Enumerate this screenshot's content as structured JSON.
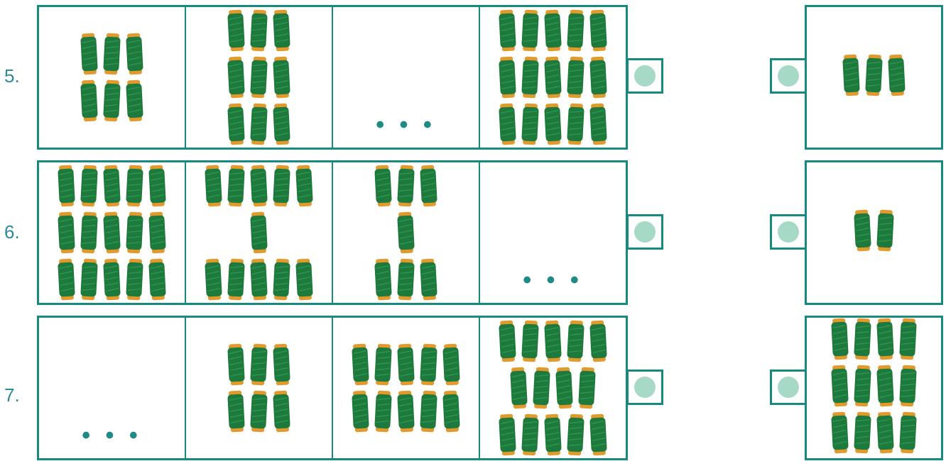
{
  "rows": [
    {
      "label": "5.",
      "cells": [
        {
          "rows": [
            3,
            3
          ]
        },
        {
          "rows": [
            3,
            3,
            3
          ]
        },
        {
          "ellipsis": "• • •"
        },
        {
          "rows": [
            5,
            5,
            5
          ]
        }
      ],
      "answer": {
        "rows": [
          3
        ]
      }
    },
    {
      "label": "6.",
      "cells": [
        {
          "rows": [
            5,
            5,
            5
          ]
        },
        {
          "rows": [
            5,
            1,
            5
          ]
        },
        {
          "rows": [
            3,
            1,
            3
          ]
        },
        {
          "ellipsis": "• • •"
        }
      ],
      "answer": {
        "rows": [
          2
        ]
      }
    },
    {
      "label": "7.",
      "cells": [
        {
          "ellipsis": "• • •"
        },
        {
          "rows": [
            3,
            3
          ]
        },
        {
          "rows": [
            5,
            5
          ]
        },
        {
          "rows": [
            5,
            4,
            5
          ]
        }
      ],
      "answer": {
        "rows": [
          4,
          4,
          4
        ]
      }
    }
  ],
  "colors": {
    "border": "#168a7e",
    "spool_thread": "#1e7a3c",
    "spool_end": "#e39a2d",
    "connector_dot": "#a7d9c7",
    "label": "#2e8b95",
    "ellipsis": "#1f8a86"
  },
  "icons": {
    "spool": "thread-spool-icon",
    "connector": "circle-connector-icon"
  }
}
